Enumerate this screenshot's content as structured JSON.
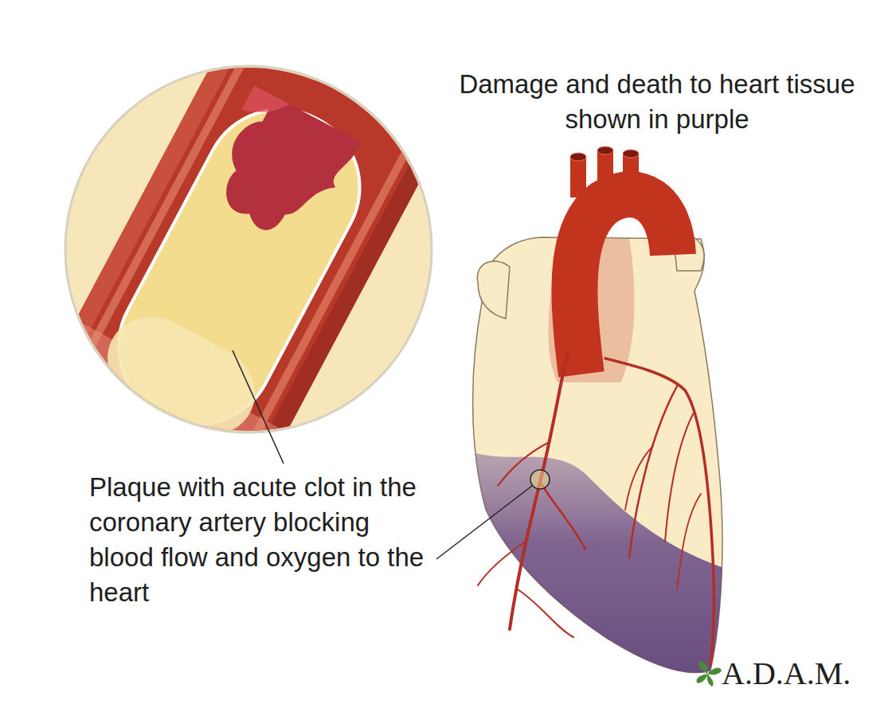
{
  "diagram": {
    "labels": [
      "Damage and death to heart tissue shown in purple",
      "Plaque with acute clot in the coronary artery blocking blood flow and oxygen to the heart",
      "A.D.A.M."
    ]
  }
}
